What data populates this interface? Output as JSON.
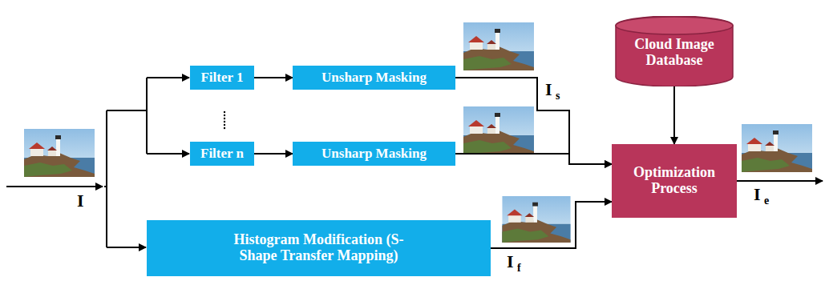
{
  "diagram": {
    "nodes": [
      {
        "text": [
          "Filter 1"
        ]
      },
      {
        "text": [
          "Unsharp Masking"
        ]
      },
      {
        "text": [
          "Filter n"
        ]
      },
      {
        "text": [
          "Unsharp Masking"
        ]
      },
      {
        "text": [
          "Histogram Modification (S-Shape Transfer Mapping)"
        ]
      },
      {
        "text": [
          "Cloud Image Database"
        ]
      },
      {
        "text": [
          "Optimization Process"
        ]
      }
    ],
    "edges": [
      {
        "from": 0,
        "to": 1,
        "arrow": "to"
      },
      {
        "from": 2,
        "to": 3,
        "arrow": "to"
      },
      {
        "from": 1,
        "to": 6,
        "arrow": "to"
      },
      {
        "from": 3,
        "to": 6,
        "arrow": "to"
      },
      {
        "from": 4,
        "to": 6,
        "arrow": "to"
      },
      {
        "from": 5,
        "to": 6,
        "arrow": "to"
      }
    ],
    "labels": [
      "I",
      "I",
      "s",
      "I",
      "f",
      "I",
      "e"
    ]
  }
}
